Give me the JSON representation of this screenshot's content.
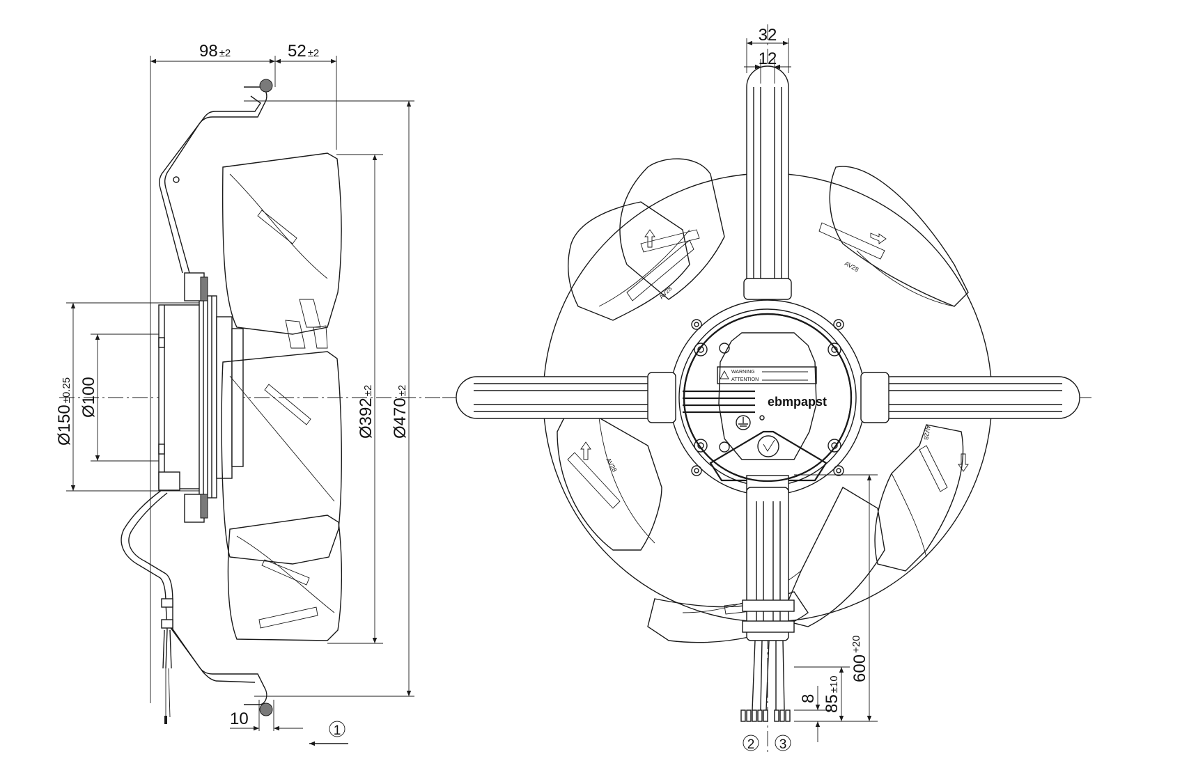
{
  "side_view": {
    "dim_depth": {
      "value": "98",
      "tol": "±2"
    },
    "dim_offset": {
      "value": "52",
      "tol": "±2"
    },
    "dim_flange": {
      "value": "Ø150",
      "tol": "±0.25"
    },
    "dim_hub": {
      "value": "Ø100"
    },
    "dim_impeller": {
      "value": "Ø392",
      "tol": "±2"
    },
    "dim_guard": {
      "value": "Ø470",
      "tol": "±2"
    },
    "dim_foot": {
      "value": "10"
    },
    "callout_airflow": "1"
  },
  "front_view": {
    "dim_arm_width": "32",
    "dim_arm_inner": "12",
    "dim_cable_length": {
      "value": "600",
      "tol": "+20"
    },
    "dim_strip": {
      "value": "85",
      "tol": "±10"
    },
    "dim_strip_end": "8",
    "callout_cable_a": "2",
    "callout_cable_b": "3",
    "brand": "ebmpapst",
    "warning_label": "WARNING",
    "attention_label": "ATTENTION",
    "blade_marking": "AV28"
  }
}
